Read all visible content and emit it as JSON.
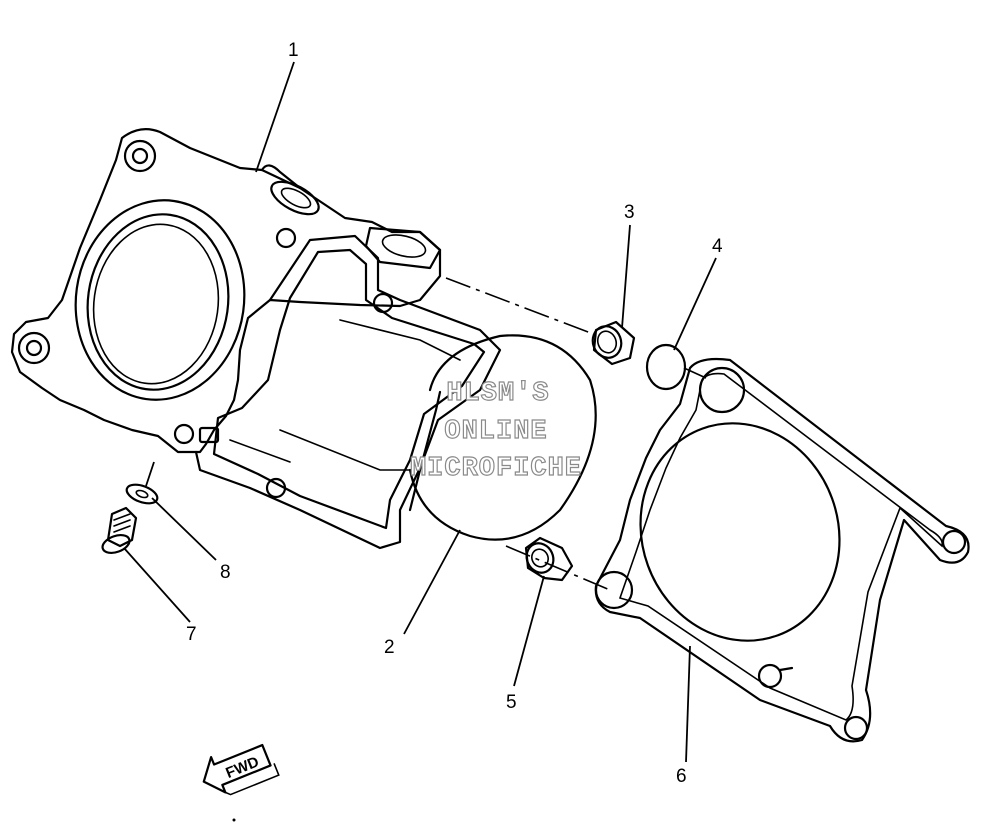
{
  "callouts": [
    {
      "id": "1",
      "label": "1"
    },
    {
      "id": "2",
      "label": "2"
    },
    {
      "id": "3",
      "label": "3"
    },
    {
      "id": "4",
      "label": "4"
    },
    {
      "id": "5",
      "label": "5"
    },
    {
      "id": "6",
      "label": "6"
    },
    {
      "id": "7",
      "label": "7"
    },
    {
      "id": "8",
      "label": "8"
    }
  ],
  "watermark": {
    "line1": "HLSM'S",
    "line2": "ONLINE",
    "line3": "MICROFICHE"
  },
  "direction_marker": {
    "label": "FWD",
    "icon": "arrow-left-icon"
  }
}
